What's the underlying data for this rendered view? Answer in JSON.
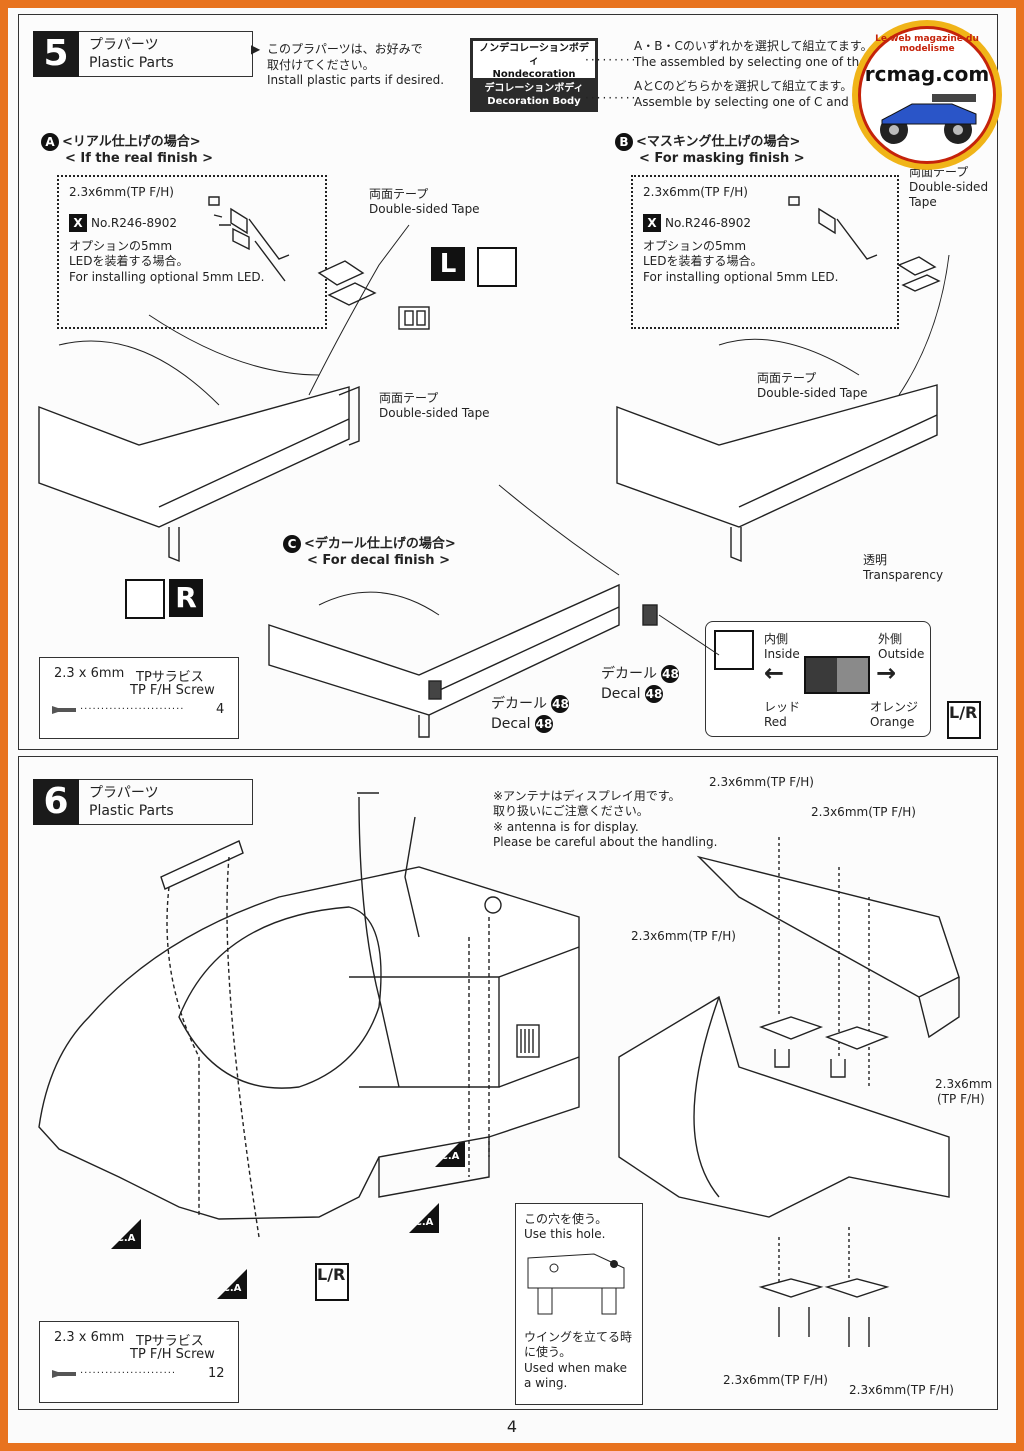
{
  "logo": {
    "brand": "rcmag.com",
    "tagline": "Le web magazine du modelisme"
  },
  "step5": {
    "number": "5",
    "title_jp": "プラパーツ",
    "title_en": "Plastic Parts",
    "note_jp_1": "このプラパーツは、お好みで",
    "note_jp_2": "取付けてください。",
    "note_en": "Install plastic parts if desired.",
    "nondeco_tag_jp": "ノンデコレーションボディ",
    "nondeco_tag_en": "Nondecoration Body",
    "nondeco_desc_jp": "A・B・Cのいずれかを選択して組立てます。",
    "nondeco_desc_en": "The assembled by selecting one of the A",
    "deco_tag_jp": "デコレーションボディ",
    "deco_tag_en": "Decoration Body",
    "deco_desc_jp": "AとCのどちらかを選択して組立てます。",
    "deco_desc_en": "Assemble by selecting one of C and A",
    "option_a": {
      "letter": "A",
      "title_jp": "<リアル仕上げの場合>",
      "title_en": "< If the real finish >",
      "screw": "2.3x6mm(TP F/H)",
      "part_no": "No.R246-8902",
      "led_jp_1": "オプションの5mm",
      "led_jp_2": "LEDを装着する場合。",
      "led_en": "For installing optional 5mm LED.",
      "tape_jp": "両面テープ",
      "tape_en": "Double-sided Tape",
      "tape2_jp": "両面テープ",
      "tape2_en": "Double-sided Tape",
      "side_l": "L",
      "side_r": "R"
    },
    "option_b": {
      "letter": "B",
      "title_jp": "<マスキング仕上げの場合>",
      "title_en": "< For masking finish >",
      "screw": "2.3x6mm(TP F/H)",
      "part_no": "No.R246-8902",
      "led_jp_1": "オプションの5mm",
      "led_jp_2": "LEDを装着する場合。",
      "led_en": "For installing optional 5mm LED.",
      "tape_jp": "両面テープ",
      "tape_en_1": "Double-sided",
      "tape_en_2": "Tape",
      "tape2_jp": "両面テープ",
      "tape2_en": "Double-sided Tape",
      "transp_jp": "透明",
      "transp_en": "Transparency"
    },
    "option_c": {
      "letter": "C",
      "title_jp": "<デカール仕上げの場合>",
      "title_en": "< For decal finish >",
      "decal_jp": "デカール",
      "decal_en": "Decal",
      "decal_no": "48",
      "decal2_jp": "デカール",
      "decal2_en": "Decal"
    },
    "legend": {
      "inside_jp": "内側",
      "inside_en": "Inside",
      "outside_jp": "外側",
      "outside_en": "Outside",
      "red_jp": "レッド",
      "red_en": "Red",
      "orange_jp": "オレンジ",
      "orange_en": "Orange",
      "left_arrow": "←",
      "right_arrow": "→"
    },
    "screw_box": {
      "size": "2.3 x 6mm",
      "name_jp": "TPサラビス",
      "name_en": "TP F/H Screw",
      "qty": "4"
    },
    "lr_tag": "L/R"
  },
  "step6": {
    "number": "6",
    "title_jp": "プラパーツ",
    "title_en": "Plastic Parts",
    "antenna_jp_1": "※アンテナはディスプレイ用です。",
    "antenna_jp_2": "取り扱いにご注意ください。",
    "antenna_en_1": "※ antenna is for display.",
    "antenna_en_2": "Please be careful about the handling.",
    "screw_labels": [
      "2.3x6mm(TP F/H)",
      "2.3x6mm(TP F/H)",
      "2.3x6mm(TP F/H)",
      "2.3x6mm",
      "(TP F/H)",
      "2.3x6mm(TP F/H)",
      "2.3x6mm(TP F/H)"
    ],
    "hole_jp": "この穴を使う。",
    "hole_en": "Use this hole.",
    "wing_jp_1": "ウイングを立てる時",
    "wing_jp_2": "に使う。",
    "wing_en_1": "Used when make",
    "wing_en_2": "a wing.",
    "ca_label": "C.A",
    "lr_tag": "L/R",
    "screw_box": {
      "size": "2.3 x 6mm",
      "name_jp": "TPサラビス",
      "name_en": "TP F/H Screw",
      "qty": "12"
    }
  },
  "page_number": "4"
}
